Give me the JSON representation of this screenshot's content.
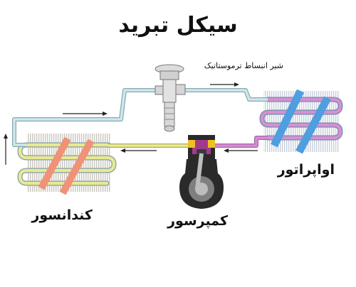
{
  "title": "سیکل تبرید",
  "labels": {
    "expansion_valve": "شیر انبساط ترموستاتیک",
    "evaporator": "اواپراتور",
    "condenser": "کندانسور",
    "compressor": "کمپرسور"
  },
  "colors": {
    "pipe_liquid": "#c8e4e8",
    "pipe_hot_gas": "#eceb8c",
    "pipe_suction": "#d98ad8",
    "condenser_fins": "#d2cfc8",
    "evaporator_fins": "#cfd6e4",
    "condenser_stripe": "#ef9278",
    "evaporator_stripe": "#4f9ee0",
    "compressor_body": "#2a2a2a",
    "compressor_head": "#a23a8c",
    "flow_arrow": "#222222"
  }
}
